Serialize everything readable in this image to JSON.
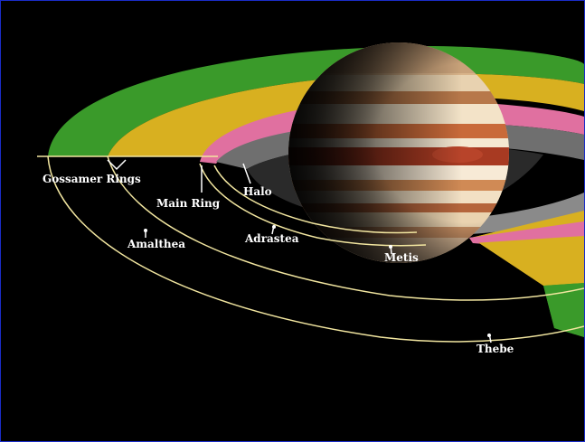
{
  "labels": {
    "gossamer_rings": "Gossamer Rings",
    "main_ring": "Main Ring",
    "halo": "Halo",
    "amalthea": "Amalthea",
    "adrastea": "Adrastea",
    "metis": "Metis",
    "thebe": "Thebe"
  },
  "colors": {
    "background": "#000000",
    "border": "#1a2cc8",
    "gossamer_thebe": "#3a9a2a",
    "gossamer_amalthea": "#d8b020",
    "main_ring": "#e070a0",
    "halo": "#7a7a7a",
    "orbit_lines": "#f2e6a0"
  }
}
